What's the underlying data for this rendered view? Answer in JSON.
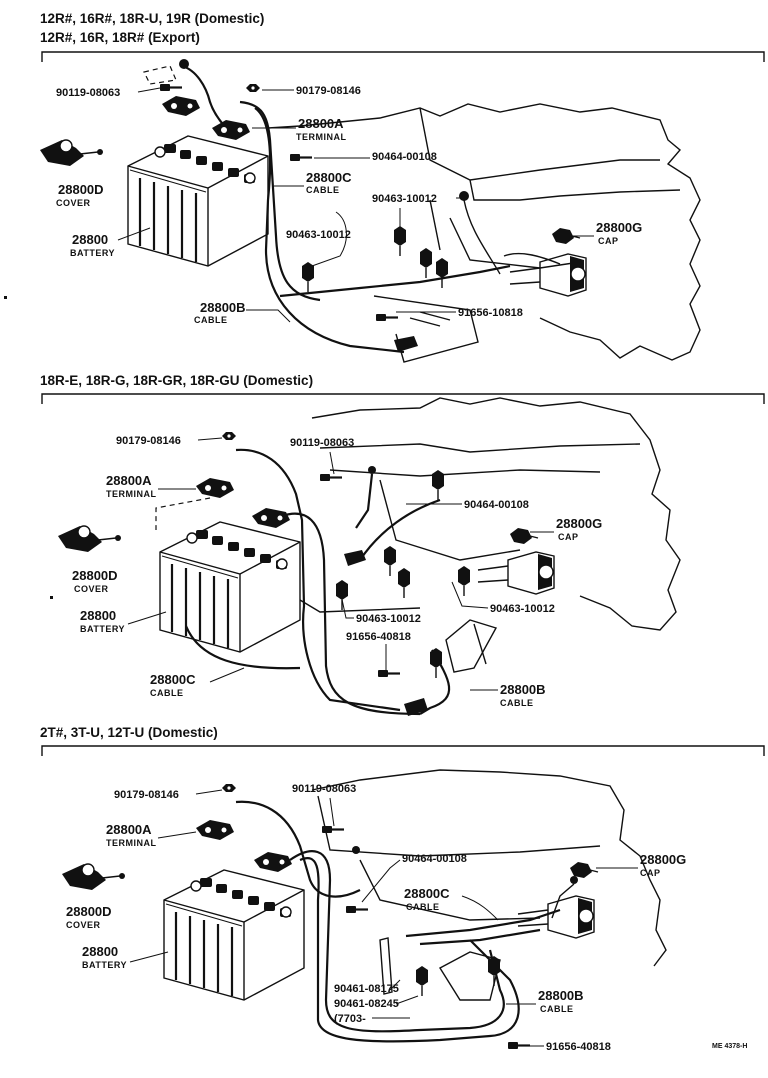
{
  "sections": [
    {
      "header_lines": [
        "12R#, 16R#, 18R-U, 19R (Domestic)",
        "12R#, 16R, 18R# (Export)"
      ],
      "callouts": {
        "p1": "90119-08063",
        "p2": "90179-08146",
        "p3": "28800A",
        "p3b": "TERMINAL",
        "p4": "90464-00108",
        "p5": "28800C",
        "p5b": "CABLE",
        "p6": "90463-10012",
        "p7": "90463-10012",
        "p8": "28800G",
        "p8b": "CAP",
        "p9": "28800D",
        "p9b": "COVER",
        "p10": "28800",
        "p10b": "BATTERY",
        "p11": "28800B",
        "p11b": "CABLE",
        "p12": "91656-10818"
      }
    },
    {
      "header_lines": [
        "18R-E, 18R-G, 18R-GR, 18R-GU (Domestic)"
      ],
      "callouts": {
        "p1": "90179-08146",
        "p2": "90119-08063",
        "p3": "28800A",
        "p3b": "TERMINAL",
        "p4": "90464-00108",
        "p5": "28800G",
        "p5b": "CAP",
        "p6": "28800D",
        "p6b": "COVER",
        "p7": "28800",
        "p7b": "BATTERY",
        "p8": "90463-10012",
        "p9": "90463-10012",
        "p10": "91656-40818",
        "p11": "28800C",
        "p11b": "CABLE",
        "p12": "28800B",
        "p12b": "CABLE"
      }
    },
    {
      "header_lines": [
        "2T#, 3T-U, 12T-U (Domestic)"
      ],
      "callouts": {
        "p1": "90179-08146",
        "p2": "90119-08063",
        "p3": "28800A",
        "p3b": "TERMINAL",
        "p4": "90464-00108",
        "p5": "28800G",
        "p5b": "CAP",
        "p6": "28800D",
        "p6b": "COVER",
        "p7": "28800C",
        "p7b": "CABLE",
        "p8": "28800",
        "p8b": "BATTERY",
        "p9": "90461-08175",
        "p10": "90461-08245",
        "p11": "(7703-",
        "p12": "28800B",
        "p12b": "CABLE",
        "p13": "91656-40818"
      }
    }
  ],
  "figure_code": "ME 4378-H"
}
